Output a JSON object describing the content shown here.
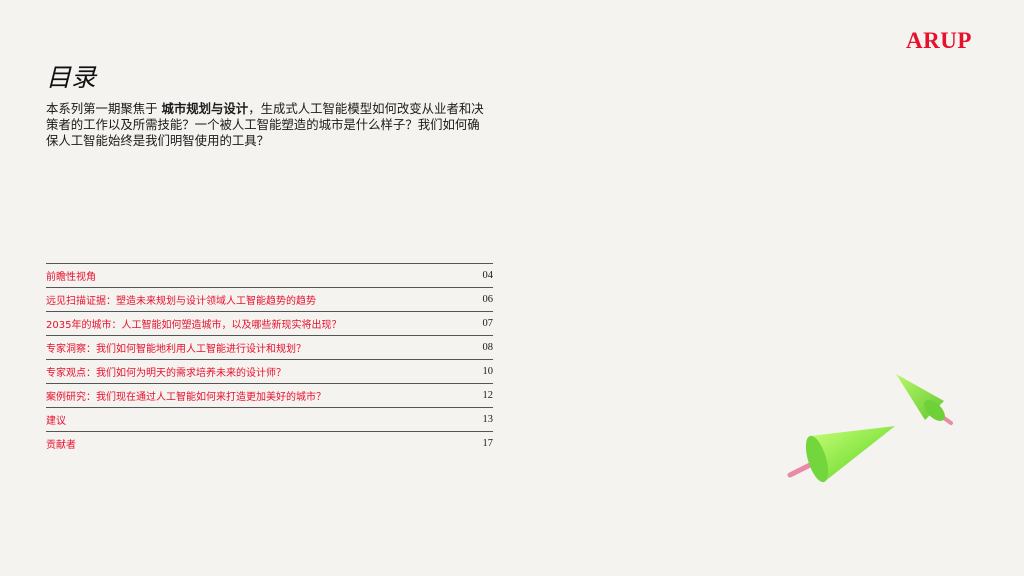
{
  "brand": {
    "logo_text": "ARUP",
    "accent_color": "#e8112d"
  },
  "page": {
    "title": "目录"
  },
  "intro": {
    "part1": "本系列第一期聚焦于",
    "bold": "城市规划与设计",
    "part2": "，生成式人工智能模型如何改变从业者和决策者的工作以及所需技能？一个被人工智能塑造的城市是什么样子？我们如何确保人工智能始终是我们明智使用的工具？"
  },
  "toc": [
    {
      "label": "前瞻性视角",
      "page": "04"
    },
    {
      "label": "远见扫描证据：塑造未来规划与设计领域人工智能趋势的趋势",
      "page": "06"
    },
    {
      "label": "2035年的城市：人工智能如何塑造城市，以及哪些新现实将出现？",
      "page": "07"
    },
    {
      "label": "专家洞察：我们如何智能地利用人工智能进行设计和规划？",
      "page": "08"
    },
    {
      "label": "专家观点：我们如何为明天的需求培养未来的设计师？",
      "page": "10"
    },
    {
      "label": "案例研究：我们现在通过人工智能如何来打造更加美好的城市？",
      "page": "12"
    },
    {
      "label": "建议",
      "page": "13"
    },
    {
      "label": "贡献者",
      "page": "17"
    }
  ]
}
